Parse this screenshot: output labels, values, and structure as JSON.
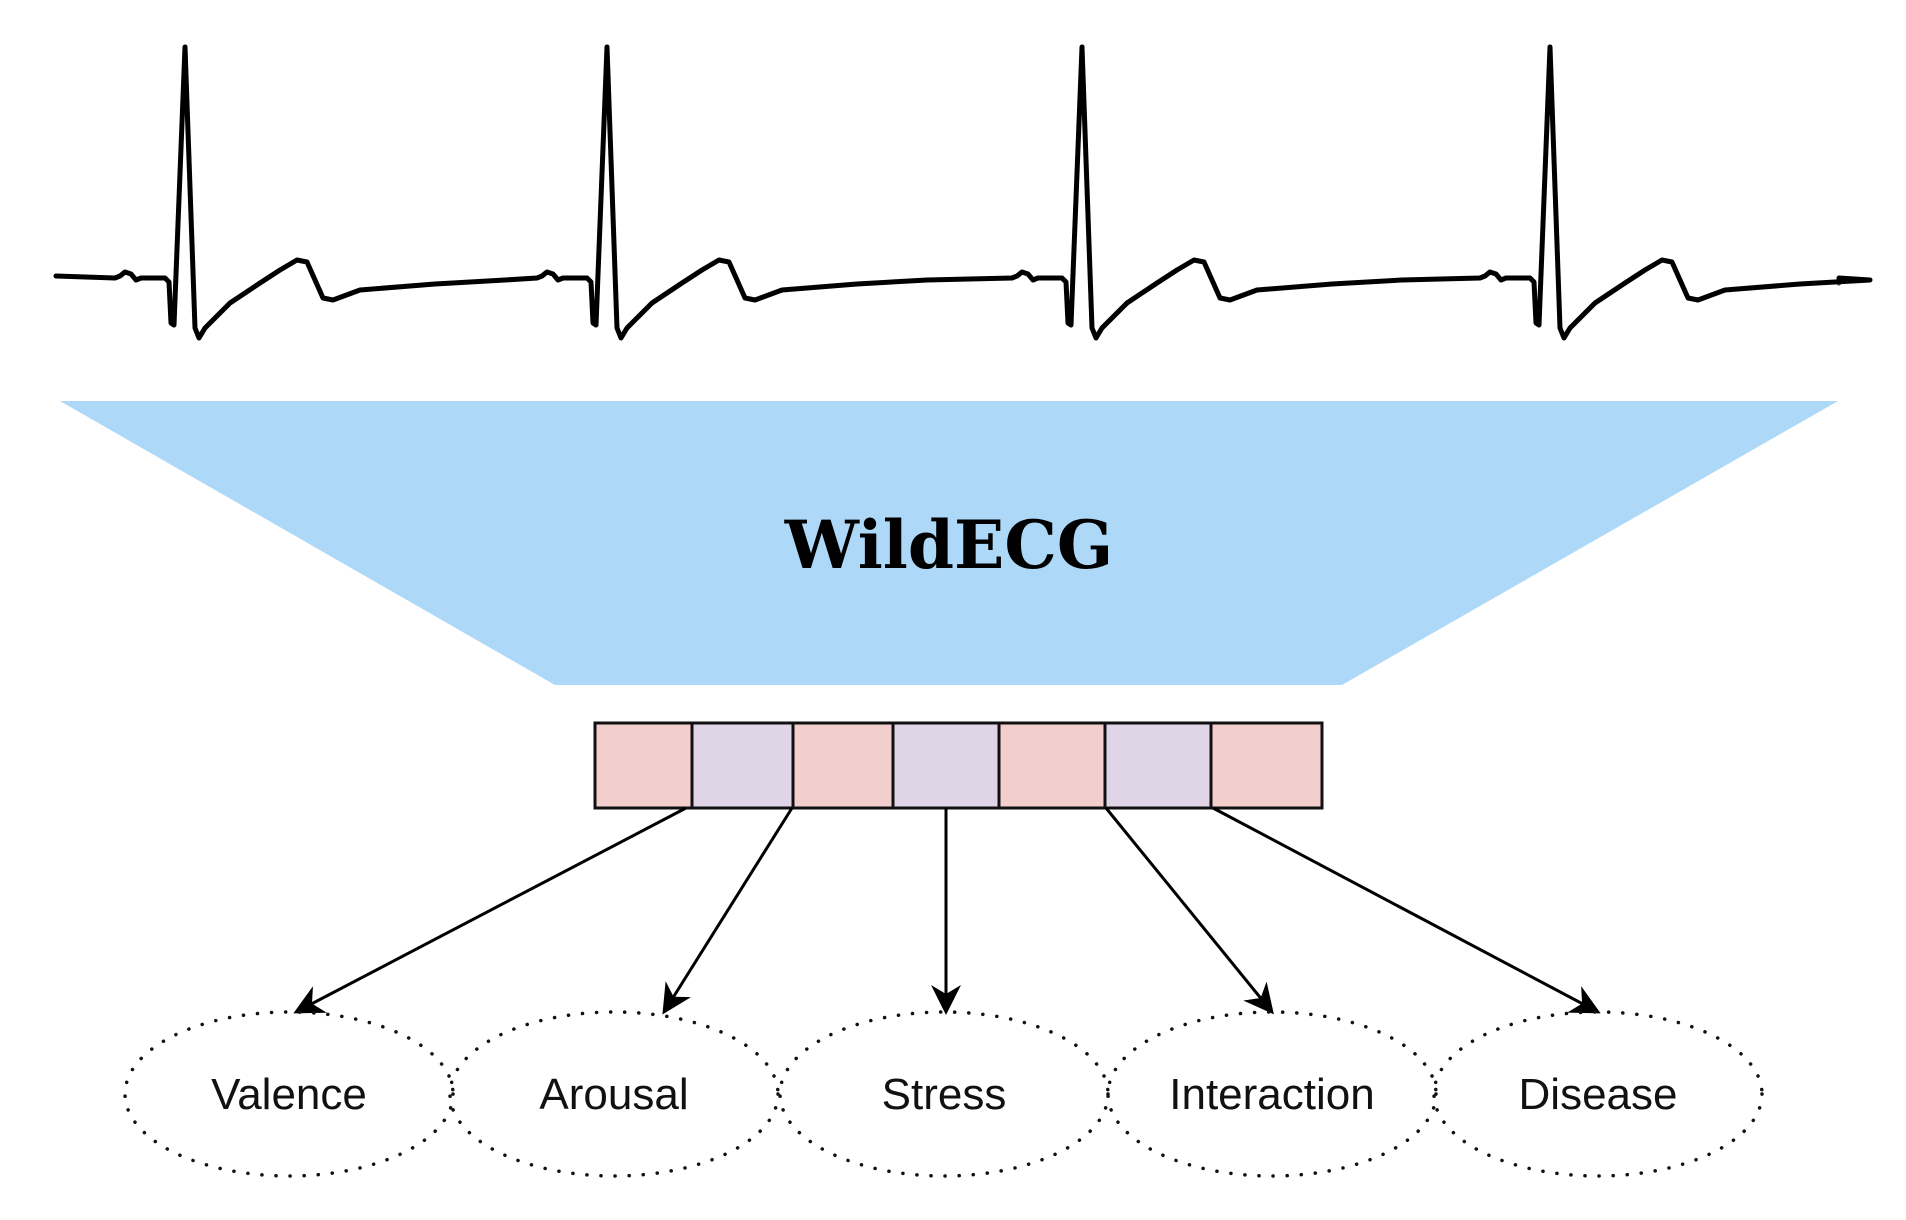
{
  "diagram": {
    "title": "WildECG",
    "encoder_color": "#add8f7",
    "ecg_signal": {
      "label": "ecg-waveform",
      "beats": 4,
      "stroke_color": "#000000"
    },
    "embedding": {
      "cells": [
        {
          "type": "a",
          "color": "#f2cfcc"
        },
        {
          "type": "b",
          "color": "#e0d5e6"
        },
        {
          "type": "a",
          "color": "#f2cfcc"
        },
        {
          "type": "b",
          "color": "#e0d5e6"
        },
        {
          "type": "a",
          "color": "#f2cfcc"
        },
        {
          "type": "b",
          "color": "#e0d5e6"
        },
        {
          "type": "a",
          "color": "#f2cfcc"
        }
      ]
    },
    "tasks": [
      {
        "label": "Valence"
      },
      {
        "label": "Arousal"
      },
      {
        "label": "Stress"
      },
      {
        "label": "Interaction"
      },
      {
        "label": "Disease"
      }
    ]
  }
}
